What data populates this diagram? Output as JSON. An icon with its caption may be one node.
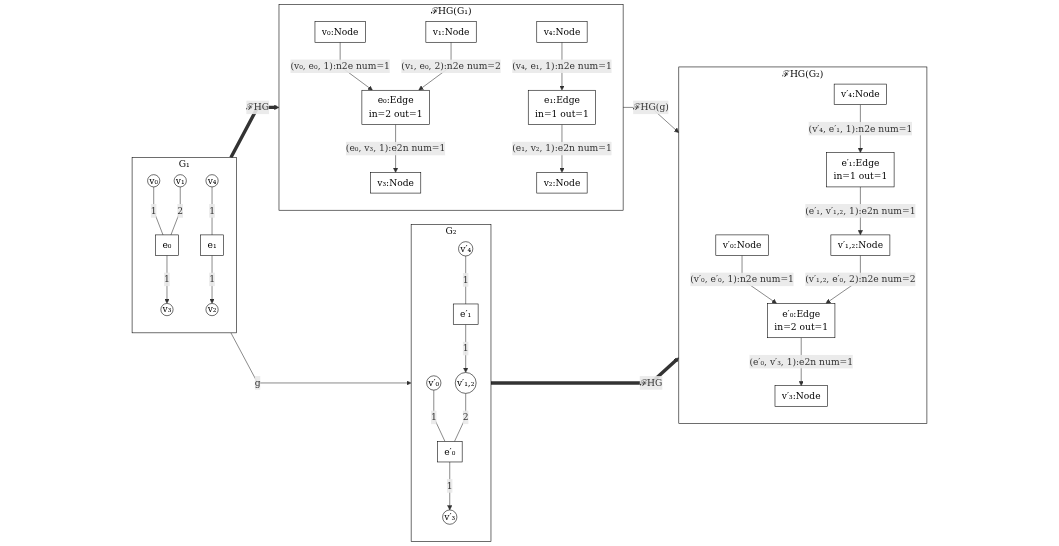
{
  "diagram": {
    "nodes": [
      {
        "text": [
          "G₁"
        ]
      },
      {
        "text": [
          "v₀"
        ],
        "in": 0
      },
      {
        "text": [
          "v₁"
        ],
        "in": 0
      },
      {
        "text": [
          "v₂"
        ],
        "in": 0
      },
      {
        "text": [
          "e₀"
        ],
        "in": 0
      },
      {
        "text": [
          "v₃"
        ],
        "in": 0
      },
      {
        "text": [
          "v₄"
        ],
        "in": 0
      },
      {
        "text": [
          "e₁"
        ],
        "in": 0
      },
      {
        "text": [
          "ℱHG(G₁)"
        ]
      },
      {
        "text": [
          "v₀:Node"
        ],
        "in": 8
      },
      {
        "text": [
          "v₁:Node"
        ],
        "in": 8
      },
      {
        "text": [
          "e₀:Edge",
          "in=2 out=1"
        ],
        "in": 8
      },
      {
        "text": [
          "v₃:Node"
        ],
        "in": 8
      },
      {
        "text": [
          "v₂:Node"
        ],
        "in": 8
      },
      {
        "text": [
          "e₁:Edge",
          "in=1 out=1"
        ],
        "in": 8
      },
      {
        "text": [
          "v₄:Node"
        ],
        "in": 8
      },
      {
        "text": [
          "G₂"
        ]
      },
      {
        "text": [
          "v′₀"
        ],
        "in": 16
      },
      {
        "text": [
          "v′₁,₂"
        ],
        "in": 16
      },
      {
        "text": [
          "e′₀"
        ],
        "in": 16
      },
      {
        "text": [
          "e′₁"
        ],
        "in": 16
      },
      {
        "text": [
          "v′₃"
        ],
        "in": 16
      },
      {
        "text": [
          "v′₄"
        ],
        "in": 16
      },
      {
        "text": [
          "ℱHG(G₂)"
        ]
      },
      {
        "text": [
          "v′₀:Node"
        ],
        "in": 23
      },
      {
        "text": [
          "e′₀:Edge",
          "in=2 out=1"
        ],
        "in": 23
      },
      {
        "text": [
          "v′₁,₂:Node"
        ],
        "in": 23
      },
      {
        "text": [
          "v′₃:Node"
        ],
        "in": 23
      },
      {
        "text": [
          "e′₁:Edge",
          "in=1 out=1"
        ],
        "in": 23
      },
      {
        "text": [
          "v′₄:Node"
        ],
        "in": 23
      }
    ],
    "edges": [
      {
        "from": 1,
        "to": 4,
        "arrow": "none",
        "label": "1"
      },
      {
        "from": 2,
        "to": 4,
        "arrow": "none",
        "label": "2"
      },
      {
        "from": 4,
        "to": 5,
        "arrow": "to",
        "label": "1"
      },
      {
        "from": 7,
        "to": 3,
        "arrow": "to",
        "label": "1"
      },
      {
        "from": 6,
        "to": 7,
        "arrow": "none",
        "label": "1"
      },
      {
        "from": 0,
        "to": 8,
        "arrow": "to",
        "label": "ℱHG",
        "style": "thick"
      },
      {
        "from": 9,
        "to": 11,
        "arrow": "to",
        "label": "(v₀, e₀, 1):n2e num=1"
      },
      {
        "from": 10,
        "to": 11,
        "arrow": "to",
        "label": "(v₁, e₀, 2):n2e num=2"
      },
      {
        "from": 11,
        "to": 12,
        "arrow": "to",
        "label": "(e₀, v₃, 1):e2n num=1"
      },
      {
        "from": 14,
        "to": 13,
        "arrow": "to",
        "label": "(e₁, v₂, 1):e2n num=1"
      },
      {
        "from": 15,
        "to": 14,
        "arrow": "to",
        "label": "(v₄, e₁, 1):n2e num=1"
      },
      {
        "from": 0,
        "to": 16,
        "arrow": "to",
        "label": "g"
      },
      {
        "from": 8,
        "to": 23,
        "arrow": "to",
        "label": "ℱHG(g)"
      },
      {
        "from": 17,
        "to": 19,
        "arrow": "none",
        "label": "1"
      },
      {
        "from": 18,
        "to": 19,
        "arrow": "none",
        "label": "2"
      },
      {
        "from": 19,
        "to": 21,
        "arrow": "to",
        "label": "1"
      },
      {
        "from": 20,
        "to": 18,
        "arrow": "to",
        "label": "1"
      },
      {
        "from": 22,
        "to": 20,
        "arrow": "none",
        "label": "1"
      },
      {
        "from": 16,
        "to": 23,
        "arrow": "to",
        "label": "ℱHG",
        "style": "thick"
      },
      {
        "from": 24,
        "to": 25,
        "arrow": "to",
        "label": "(v′₀, e′₀, 1):n2e num=1"
      },
      {
        "from": 26,
        "to": 25,
        "arrow": "to",
        "label": "(v′₁,₂, e′₀, 2):n2e num=2"
      },
      {
        "from": 25,
        "to": 27,
        "arrow": "to",
        "label": "(e′₀, v′₃, 1):e2n num=1"
      },
      {
        "from": 28,
        "to": 26,
        "arrow": "to",
        "label": "(e′₁, v′₁,₂, 1):e2n num=1"
      },
      {
        "from": 29,
        "to": 28,
        "arrow": "to",
        "label": "(v′₄, e′₁, 1):n2e num=1"
      }
    ]
  }
}
